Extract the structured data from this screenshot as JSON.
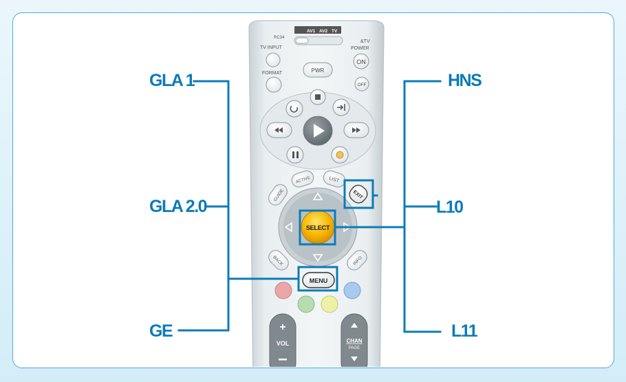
{
  "labels": {
    "gla1": "GLA 1",
    "gla2": "GLA 2.0",
    "ge": "GE",
    "hns": "HNS",
    "l10": "L10",
    "l11": "L11"
  },
  "remote": {
    "model": "RC34",
    "switch_labels": [
      "AV1",
      "AV2",
      "TV"
    ],
    "tv_input": "TV INPUT",
    "format": "FORMAT",
    "pwr": "PWR",
    "power_header": "&TV",
    "power": "POWER",
    "on": "ON",
    "off": "OFF",
    "active": "ACTIVE",
    "list": "LIST",
    "guide": "GUIDE",
    "exit": "EXIT",
    "select": "SELECT",
    "back": "BACK",
    "info": "INFO",
    "menu": "MENU",
    "vol": "VOL",
    "chan": "CHAN",
    "page": "PAGE"
  },
  "colors": {
    "accent": "#0c7bb8",
    "select": "#f5b800",
    "red": "#e8a0a0",
    "green": "#b4dcae",
    "yellow": "#eef0a0",
    "blue": "#a6c8ef"
  }
}
